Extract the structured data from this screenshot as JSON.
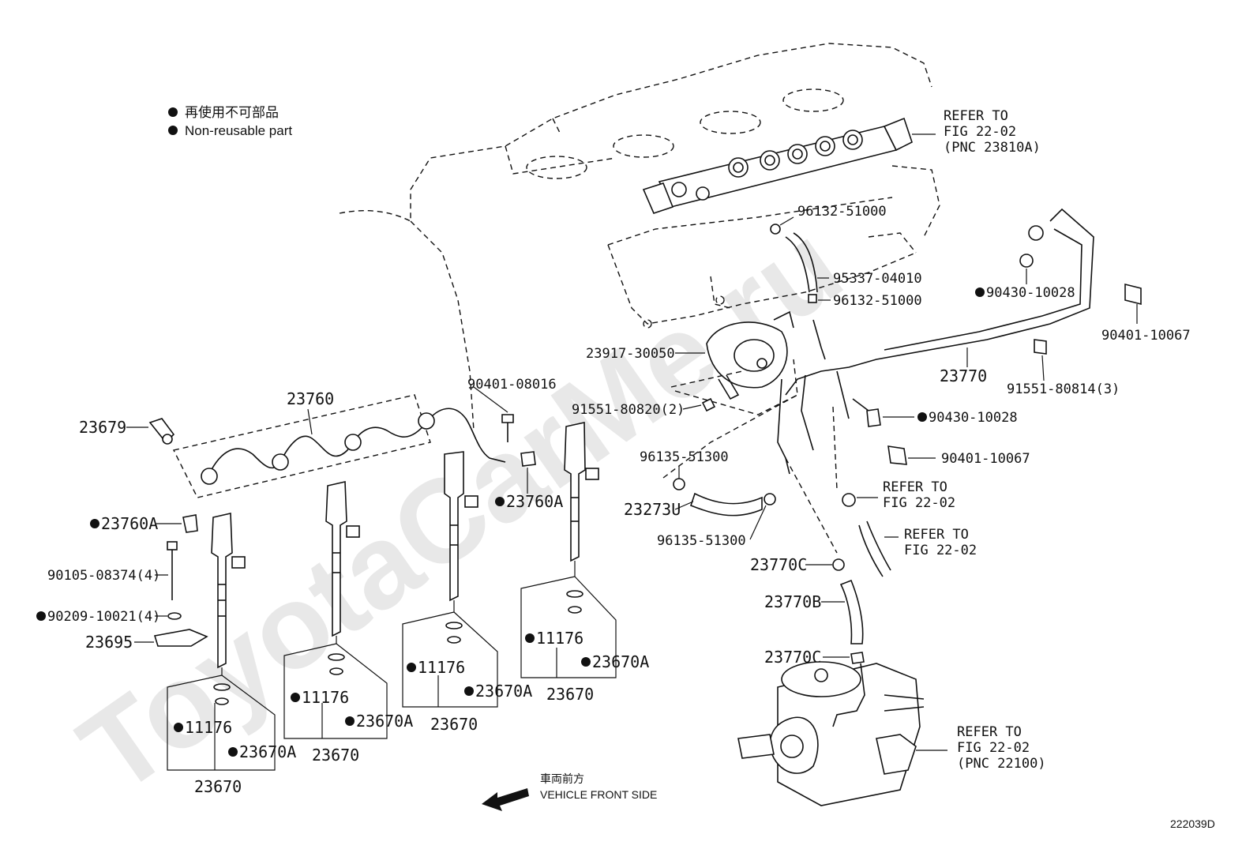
{
  "watermark": "ToyotaCarMe.ru",
  "legend": {
    "line1": "再使用不可部品",
    "line2": "Non-reusable part"
  },
  "direction": {
    "jp": "車両前方",
    "en": "VEHICLE FRONT SIDE"
  },
  "figure_id": "222039D",
  "labels": {
    "p23679": "23679",
    "p23760": "23760",
    "p23760A_left": "23760A",
    "p23760A_right": "23760A",
    "p90401_08016": "90401-08016",
    "p90105_08374": "90105-08374(4)",
    "p90209_10021": "90209-10021(4)",
    "p23695": "23695",
    "inj1_11176": "11176",
    "inj1_23670A": "23670A",
    "inj1_23670": "23670",
    "inj2_11176": "11176",
    "inj2_23670A": "23670A",
    "inj2_23670": "23670",
    "inj3_11176": "11176",
    "inj3_23670A": "23670A",
    "inj3_23670": "23670",
    "inj4_11176": "11176",
    "inj4_23670A": "23670A",
    "inj4_23670": "23670",
    "p96132_51000_top": "96132-51000",
    "p95337_04010": "95337-04010",
    "p96132_51000_bot": "96132-51000",
    "p23917_30050": "23917-30050",
    "p91551_80820": "91551-80820(2)",
    "p96135_51300_a": "96135-51300",
    "p23273U": "23273U",
    "p96135_51300_b": "96135-51300",
    "p23770C_top": "23770C",
    "p23770B": "23770B",
    "p23770C_bot": "23770C",
    "p90430_10028_top": "90430-10028",
    "p90401_10067_top": "90401-10067",
    "p23770": "23770",
    "p91551_80814": "91551-80814(3)",
    "p90430_10028_mid": "90430-10028",
    "p90401_10067_mid": "90401-10067"
  },
  "refers": {
    "rail": [
      "REFER TO",
      "FIG 22-02",
      "(PNC 23810A)"
    ],
    "hose1": [
      "REFER TO",
      "FIG 22-02"
    ],
    "hose2": [
      "REFER TO",
      "FIG 22-02"
    ],
    "pump": [
      "REFER TO",
      "FIG 22-02",
      "(PNC 22100)"
    ]
  }
}
